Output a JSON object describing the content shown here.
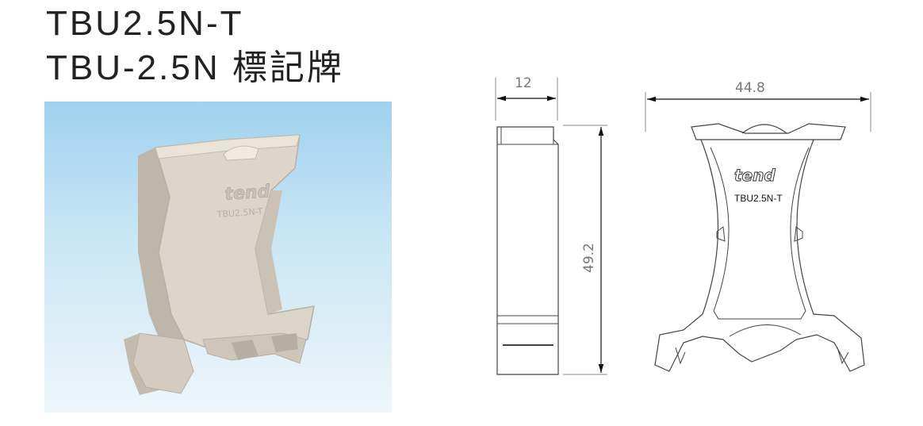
{
  "title": {
    "line1": "TBU2.5N-T",
    "line2": "TBU-2.5N 標記牌"
  },
  "product_photo": {
    "brand": "tend",
    "model": "TBU2.5N-T",
    "colors": {
      "background_top": "#9fd1ee",
      "background_bottom": "#eef6fa",
      "body": "#ddd5ca"
    }
  },
  "drawing": {
    "side_view": {
      "width_label": "12",
      "height_label": "49.2"
    },
    "front_view": {
      "width_label": "44.8",
      "brand": "tend",
      "model": "TBU2.5N-T"
    }
  }
}
